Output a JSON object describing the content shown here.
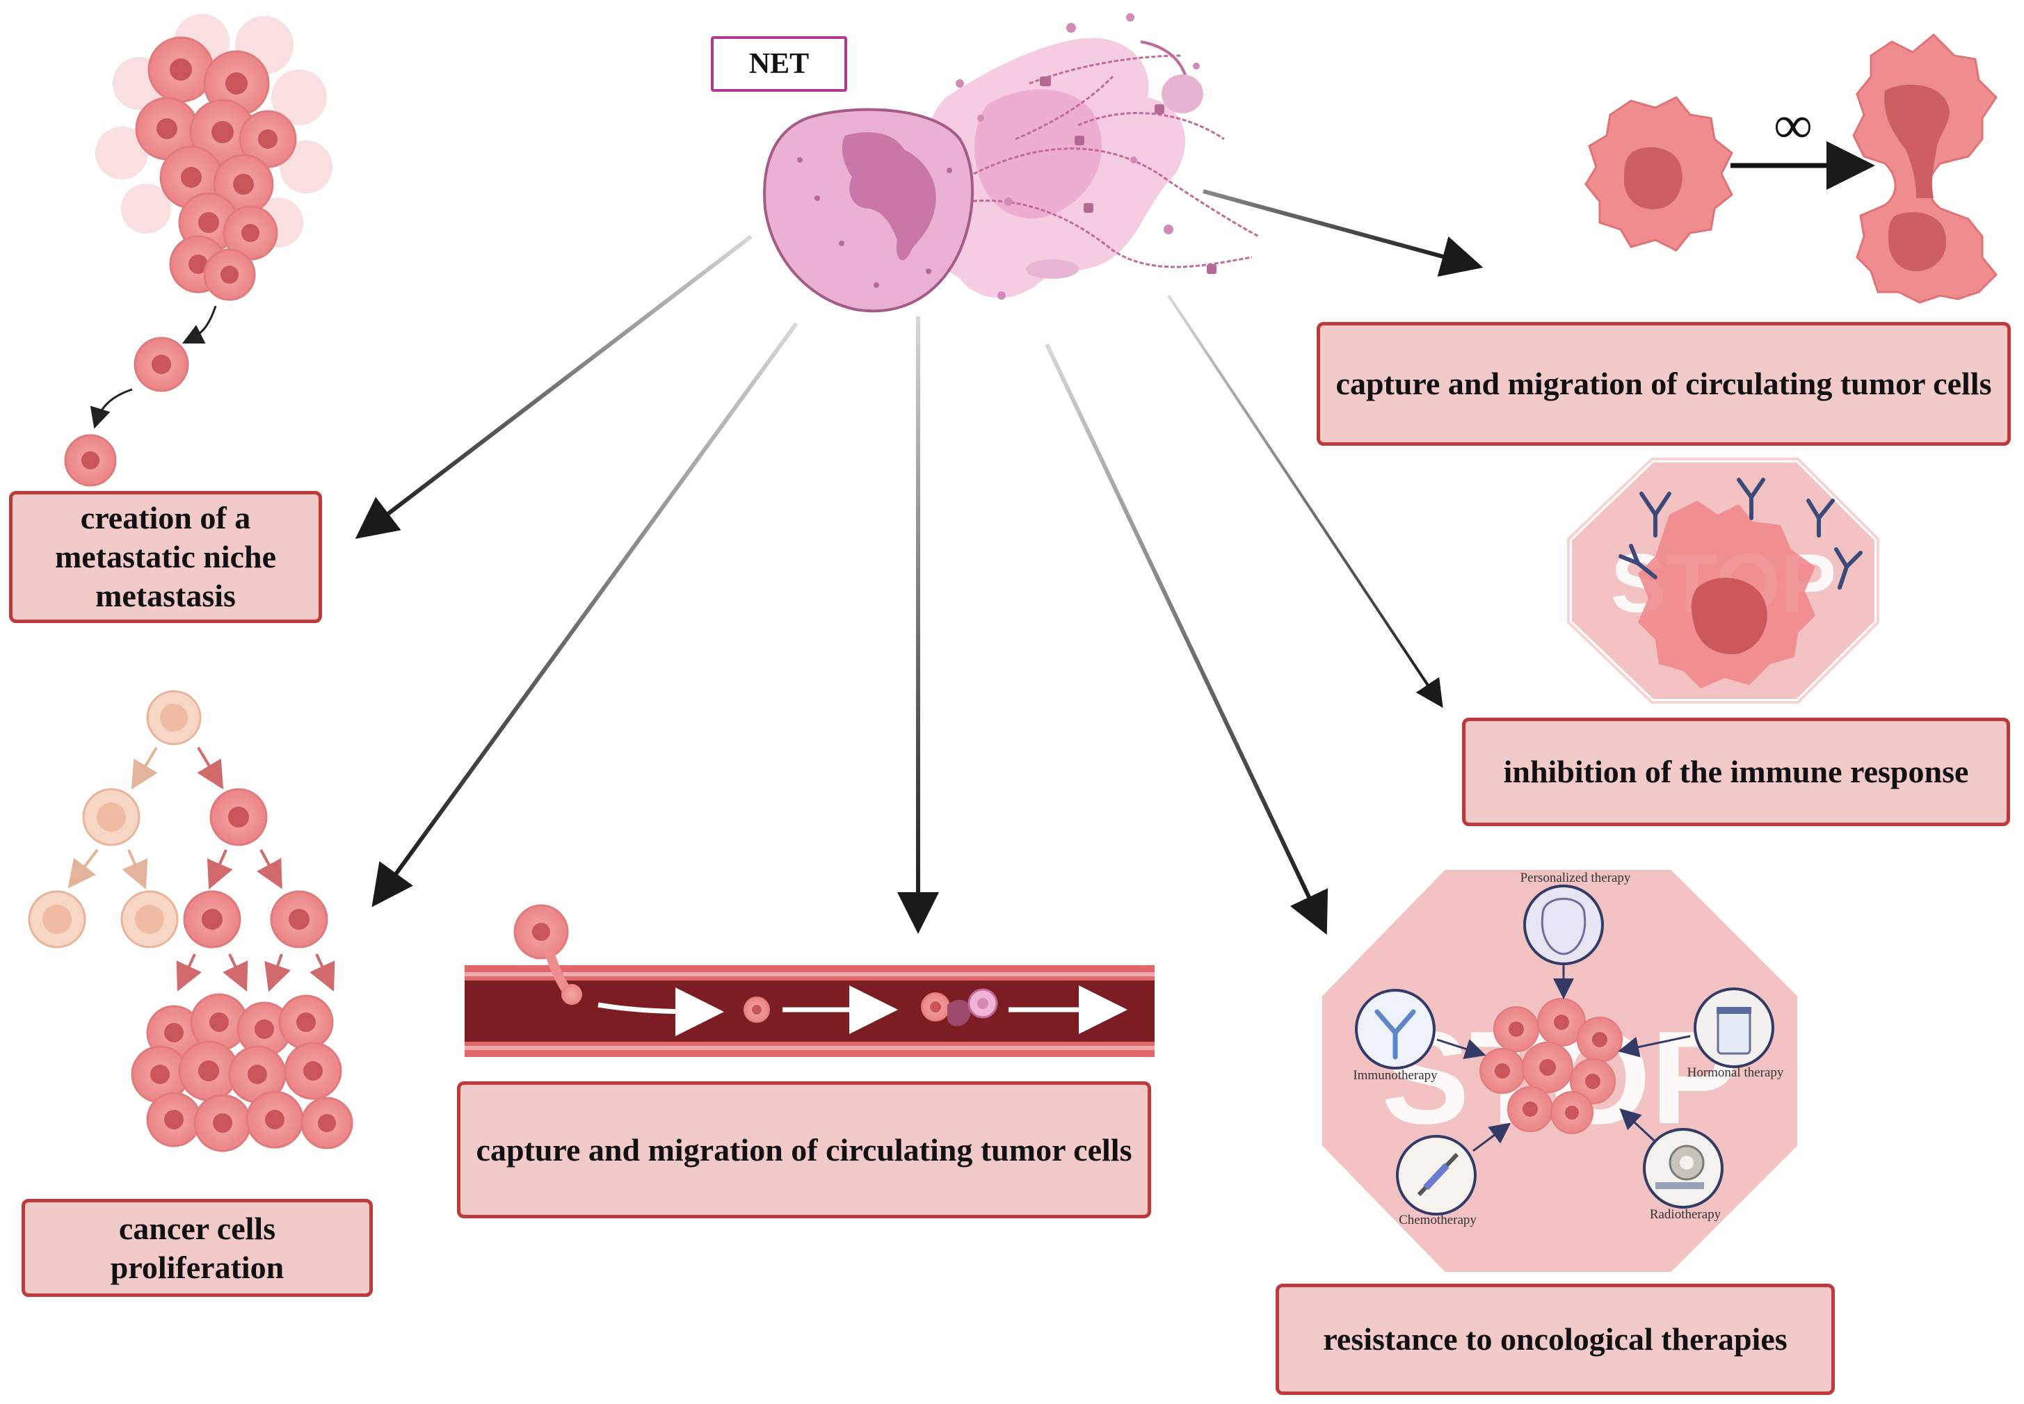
{
  "net_label": "NET",
  "boxes": {
    "capture_top": "capture and migration of circulating tumor cells",
    "metastasis": "creation of a metastatic niche metastasis",
    "immune": "inhibition of the immune response",
    "proliferation": "cancer cells proliferation",
    "capture_bottom": "capture and migration of circulating tumor cells",
    "resistance": "resistance to oncological therapies"
  },
  "division_symbol": "∞",
  "stop_word": "STOP",
  "therapies": {
    "personalized": "Personalized therapy",
    "immunotherapy": "Immunotherapy",
    "hormonal": "Hormonal therapy",
    "chemotherapy": "Chemotherapy",
    "radiotherapy": "Radiotherapy"
  },
  "colors": {
    "box_fill": "#f3caca",
    "box_border": "#c0393b",
    "net_border": "#b03a91",
    "cell": "#ee8d90",
    "vessel": "#7c1d24"
  }
}
